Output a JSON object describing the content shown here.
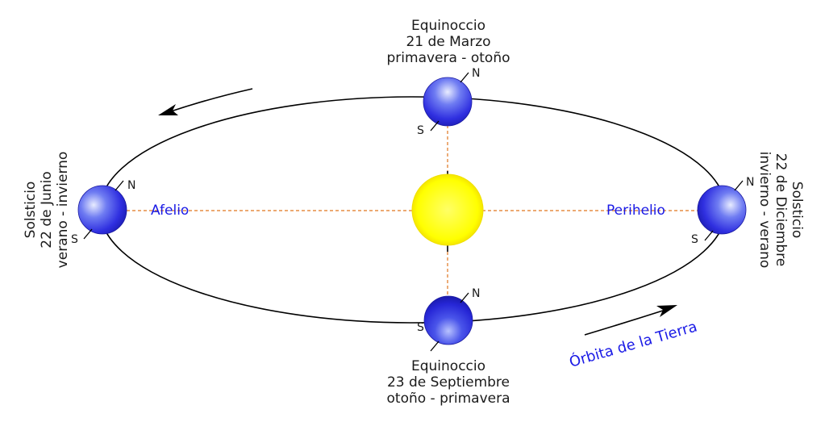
{
  "colors": {
    "orbit": "#000000",
    "sun": "#ffff00",
    "earth": "#2a2ae8",
    "axis_line": "#e0761f",
    "label_blue": "#1a1ae6",
    "text": "#1a1a1a"
  },
  "sun": {
    "name": "sun"
  },
  "labels": {
    "afelio": "Afelio",
    "perihelio": "Perihelio",
    "orbita": "Órbita de la Tierra"
  },
  "poles": {
    "north": "N",
    "south": "S"
  },
  "positions": {
    "march": {
      "line1": "Equinoccio",
      "line2": "21 de Marzo",
      "line3": "primavera - otoño"
    },
    "september": {
      "line1": "Equinoccio",
      "line2": "23 de Septiembre",
      "line3": "otoño - primavera"
    },
    "june": {
      "line1": "Solsticio",
      "line2": "22 de Junio",
      "line3": "verano - invierno"
    },
    "december": {
      "line1": "Solsticio",
      "line2": "22 de Diciembre",
      "line3": "invierno - verano"
    }
  }
}
